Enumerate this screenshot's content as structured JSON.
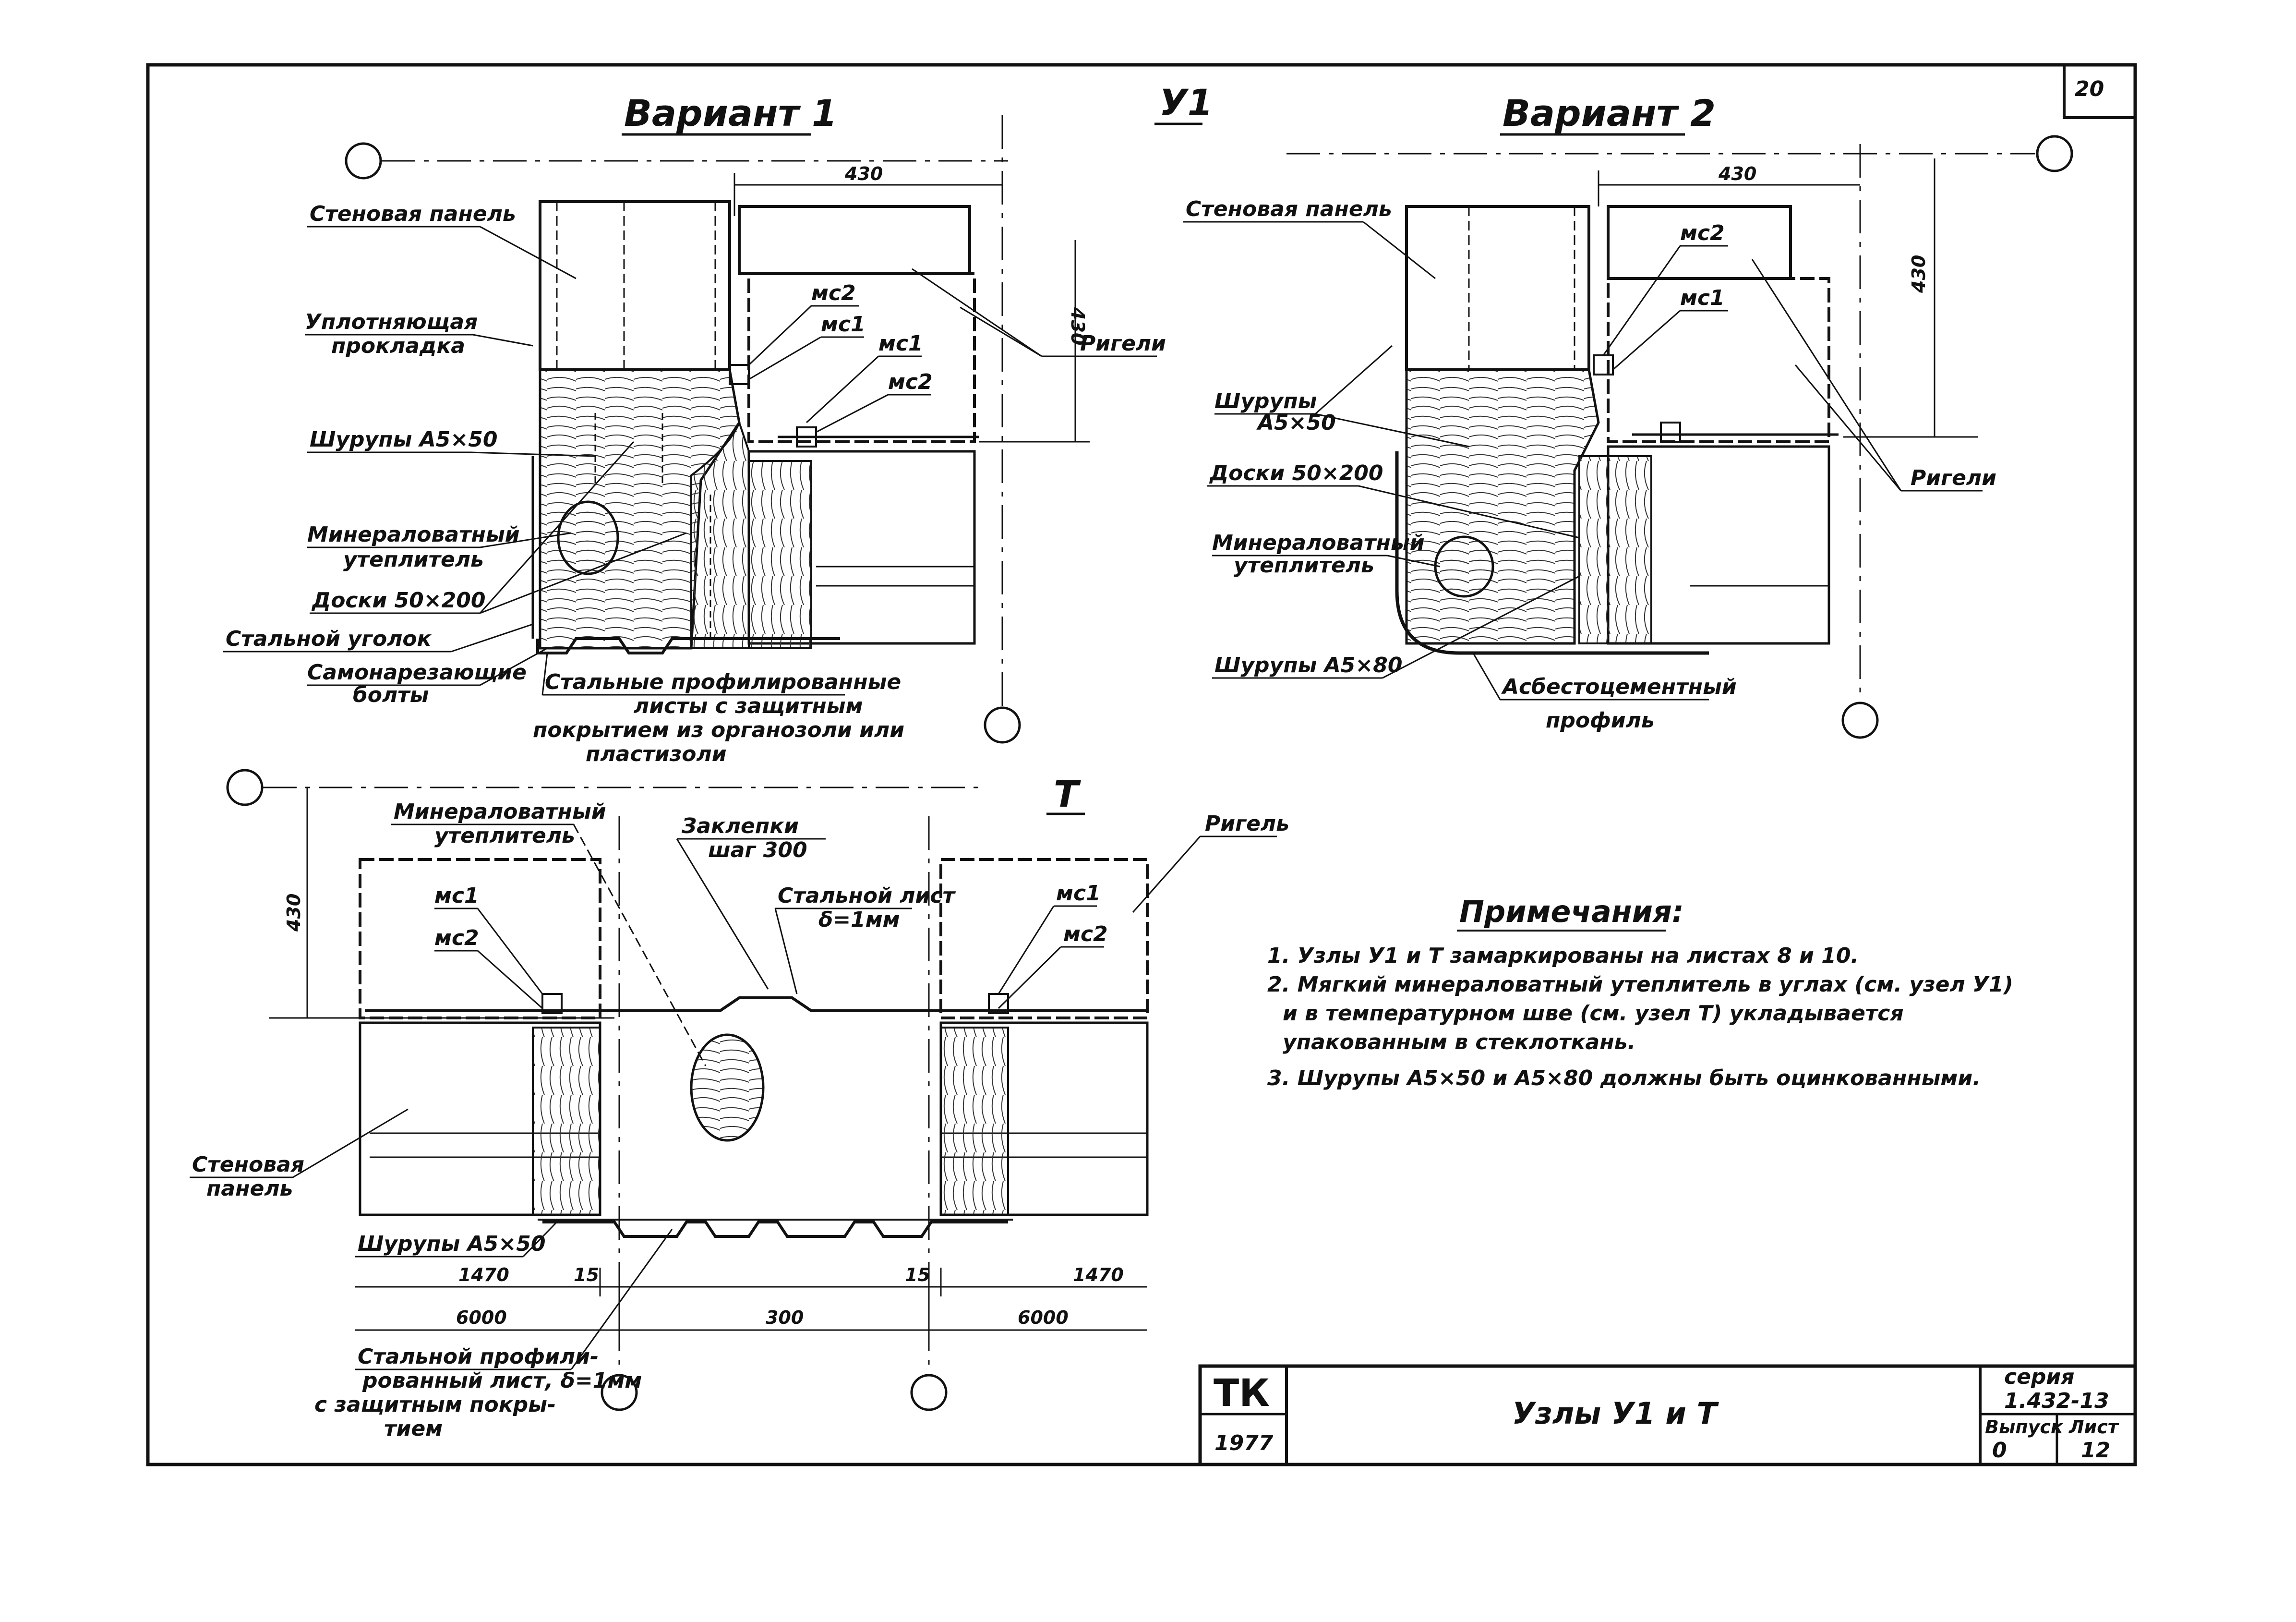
{
  "sheet_number": "20",
  "node_u1": {
    "title": "У1",
    "variant1": {
      "title": "Вариант 1",
      "dim_horizontal": "430",
      "dim_vertical": "430",
      "labels": {
        "wall_panel": "Стеновая панель",
        "seal_gasket_line1": "Уплотняющая",
        "seal_gasket_line2": "прокладка",
        "screws": "Шурупы А5×50",
        "mineral_wool_line1": "Минераловатный",
        "mineral_wool_line2": "утеплитель",
        "boards": "Доски 50×200",
        "steel_angle": "Стальной уголок",
        "self_tapping_line1": "Самонарезающие",
        "self_tapping_line2": "болты",
        "profiled_sheets_line1": "Стальные профилированные",
        "profiled_sheets_line2": "листы с защитным",
        "profiled_sheets_line3": "покрытием из органозоли или",
        "profiled_sheets_line4": "пластизоли",
        "mc2_top": "мс2",
        "mc1_top": "мс1",
        "mc1_mid": "мс1",
        "mc2_mid": "мс2",
        "girders": "Ригели"
      }
    },
    "variant2": {
      "title": "Вариант 2",
      "dim_horizontal": "430",
      "dim_vertical": "430",
      "labels": {
        "wall_panel": "Стеновая панель",
        "screws_line1": "Шурупы",
        "screws_line2": "А5×50",
        "boards": "Доски 50×200",
        "mineral_wool_line1": "Минераловатный",
        "mineral_wool_line2": "утеплитель",
        "screws_80": "Шурупы А5×80",
        "asbestos_line1": "Асбестоцементный",
        "asbestos_line2": "профиль",
        "mc2": "мс2",
        "mc1": "мс1",
        "girders": "Ригели"
      }
    }
  },
  "node_t": {
    "title": "Т",
    "labels": {
      "mineral_wool_line1": "Минераловатный",
      "mineral_wool_line2": "утеплитель",
      "rivets_line1": "Заклепки",
      "rivets_line2": "шаг 300",
      "steel_sheet_line1": "Стальной лист",
      "steel_sheet_line2": "δ=1мм",
      "girder": "Ригель",
      "mc1_left": "мс1",
      "mc2_left": "мс2",
      "mc1_right": "мс1",
      "mc2_right": "мс2",
      "wall_panel_line1": "Стеновая",
      "wall_panel_line2": "панель",
      "screws": "Шурупы А5×50",
      "profiled_line1": "Стальной профили-",
      "profiled_line2": "рованный лист, δ=1мм",
      "profiled_line3": "с защитным покры-",
      "profiled_line4": "тием",
      "dim_vertical": "430"
    },
    "dimensions": {
      "d1470_left": "1470",
      "d15_left": "15",
      "d15_right": "15",
      "d1470_right": "1470",
      "d6000_left": "6000",
      "d300": "300",
      "d6000_right": "6000"
    }
  },
  "notes": {
    "heading": "Примечания:",
    "items": [
      "1. Узлы У1 и Т замаркированы на листах 8 и 10.",
      "2. Мягкий минераловатный утеплитель в углах (см. узел У1)",
      "и в температурном шве (см. узел Т) укладывается",
      "упакованным в стеклоткань.",
      "3. Шурупы А5×50 и А5×80 должны быть оцинкованными."
    ]
  },
  "title_block": {
    "org": "ТК",
    "year": "1977",
    "title": "Узлы У1 и Т",
    "series_label": "серия",
    "series_value": "1.432-13",
    "issue_label": "Выпуск",
    "issue_value": "0",
    "sheet_label": "Лист",
    "sheet_value": "12"
  }
}
